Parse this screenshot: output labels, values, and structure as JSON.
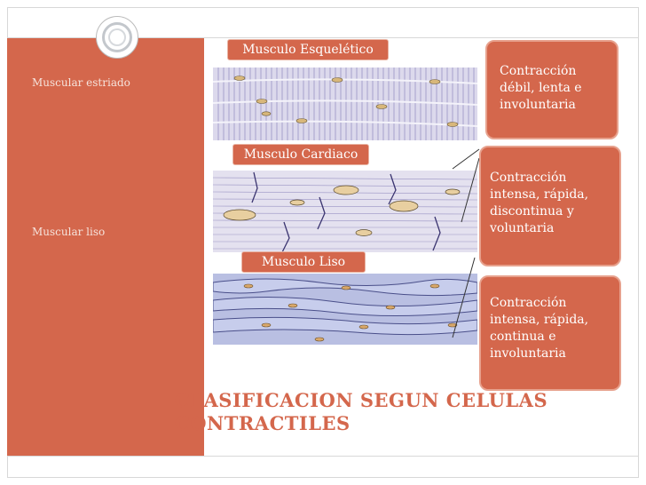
{
  "labels": {
    "muscular_estriado": "Muscular estriado",
    "muscular_liso": "Muscular liso"
  },
  "panels": {
    "esqueletico": "Musculo Esquelético",
    "cardiaco": "Musculo Cardiaco",
    "liso": "Musculo Liso"
  },
  "callouts": {
    "c1": "Contracción débil, lenta e involuntaria",
    "c2": "Contracción intensa, rápida, discontinua y voluntaria",
    "c3": "Contracción intensa, rápida, continua e involuntaria"
  },
  "title": "CLASIFICACION SEGUN CELULAS CONTRACTILES",
  "colors": {
    "accent": "#d4674c",
    "muscle": "#7a73b0"
  }
}
